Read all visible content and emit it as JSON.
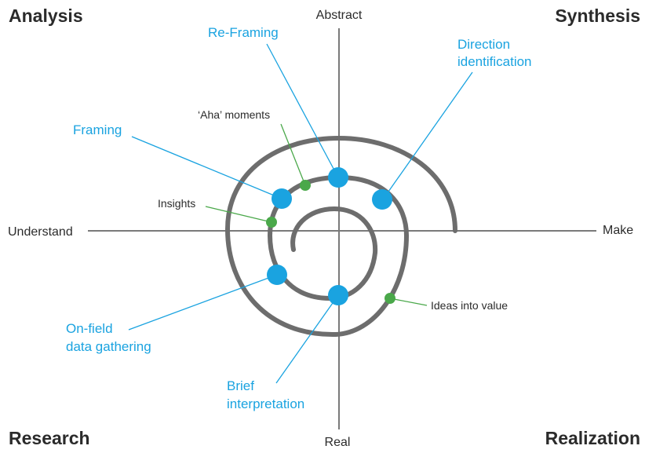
{
  "quadrants": {
    "top_left": "Analysis",
    "top_right": "Synthesis",
    "bottom_left": "Research",
    "bottom_right": "Realization"
  },
  "axes": {
    "top": "Abstract",
    "bottom": "Real",
    "left": "Understand",
    "right": "Make"
  },
  "stages": {
    "reframing": "Re-Framing",
    "direction_1": "Direction",
    "direction_2": "identification",
    "framing": "Framing",
    "onfield_1": "On-field",
    "onfield_2": "data gathering",
    "brief_1": "Brief",
    "brief_2": "interpretation"
  },
  "moments": {
    "aha": "‘Aha’ moments",
    "insights": "Insights",
    "ideas": "Ideas into value"
  },
  "colors": {
    "stage": "#1aa3e0",
    "moment": "#4aa84a",
    "spiral": "#6d6d6d",
    "axis": "#7a7a7a",
    "text": "#2b2b2b"
  }
}
